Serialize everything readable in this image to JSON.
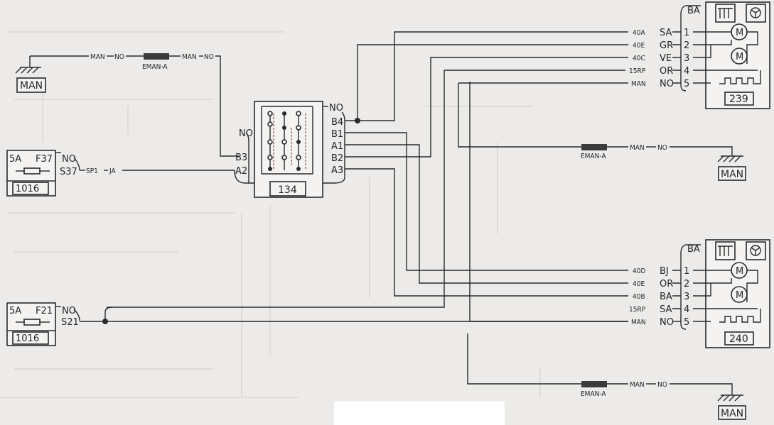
{
  "ground_label": "MAN",
  "connector_label": "EMAN-A",
  "top_left_wire": {
    "a": "MAN",
    "b": "NO",
    "c": "MAN",
    "d": "NO"
  },
  "fuse_top": {
    "rating": "5A",
    "id": "F37",
    "pin_wire": "NO",
    "pin": "S37",
    "box": "1016",
    "out_wire_a": "SP1",
    "out_wire_b": "JA"
  },
  "fuse_bottom": {
    "rating": "5A",
    "id": "F21",
    "pin_wire": "NO",
    "pin": "S21",
    "box": "1016"
  },
  "switch": {
    "id": "134",
    "left_pins": [
      "B3",
      "A2"
    ],
    "left_wire": "NO",
    "right_pins": [
      "B4",
      "B1",
      "A1",
      "B2",
      "A3"
    ],
    "right_wire": "NO"
  },
  "module_top": {
    "id": "239",
    "bracket": "BA",
    "pins": [
      "1",
      "2",
      "3",
      "4",
      "5"
    ],
    "wires": [
      {
        "code": "40A",
        "color": "SA"
      },
      {
        "code": "40E",
        "color": "GR"
      },
      {
        "code": "40C",
        "color": "VE"
      },
      {
        "code": "15RP",
        "color": "OR"
      },
      {
        "code": "MAN",
        "color": "NO"
      }
    ],
    "ground_wire": {
      "a": "MAN",
      "b": "NO"
    }
  },
  "module_bottom": {
    "id": "240",
    "bracket": "BA",
    "pins": [
      "1",
      "2",
      "3",
      "4",
      "5"
    ],
    "wires": [
      {
        "code": "40D",
        "color": "BJ"
      },
      {
        "code": "40E",
        "color": "OR"
      },
      {
        "code": "40B",
        "color": "BA"
      },
      {
        "code": "15RP",
        "color": "SA"
      },
      {
        "code": "MAN",
        "color": "NO"
      }
    ],
    "ground_wire": {
      "a": "MAN",
      "b": "NO"
    }
  },
  "icons": [
    "ground-icon",
    "motor-icon",
    "heater-icon",
    "fan-icon",
    "fuse-icon"
  ]
}
